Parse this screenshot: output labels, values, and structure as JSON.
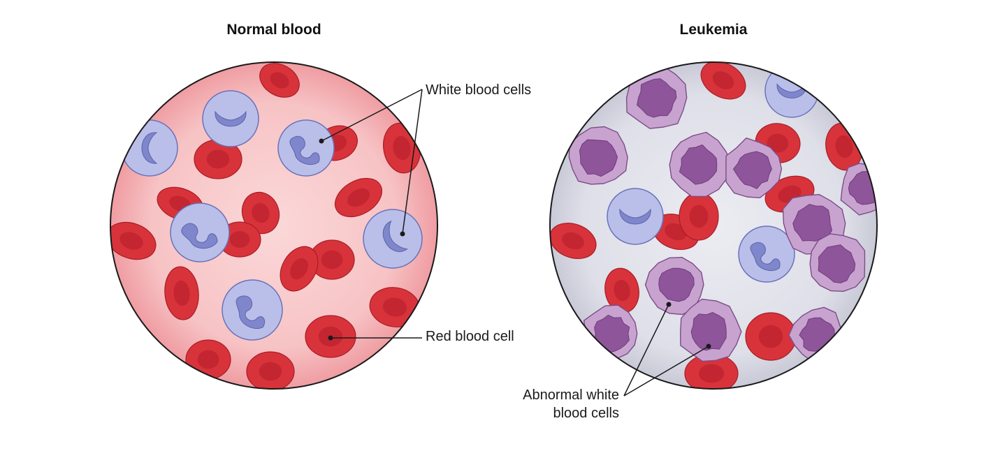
{
  "panels": {
    "normal": {
      "title": "Normal blood"
    },
    "leukemia": {
      "title": "Leukemia"
    }
  },
  "labels": {
    "white_blood_cells": "White blood cells",
    "red_blood_cell": "Red blood cell",
    "abnormal_line1": "Abnormal white",
    "abnormal_line2": "blood cells"
  },
  "colors": {
    "plasma_normal": "#f6c2c4",
    "plasma_leukemia": "#dcdce6",
    "red_cell": "#d8333b",
    "red_cell_center": "#c02430",
    "white_cell": "#b9bfe9",
    "white_nucleus": "#7f86cc",
    "abnormal_cell": "#c9a3d0",
    "abnormal_nucleus": "#8f559b",
    "outline": "#1a1a1a"
  }
}
